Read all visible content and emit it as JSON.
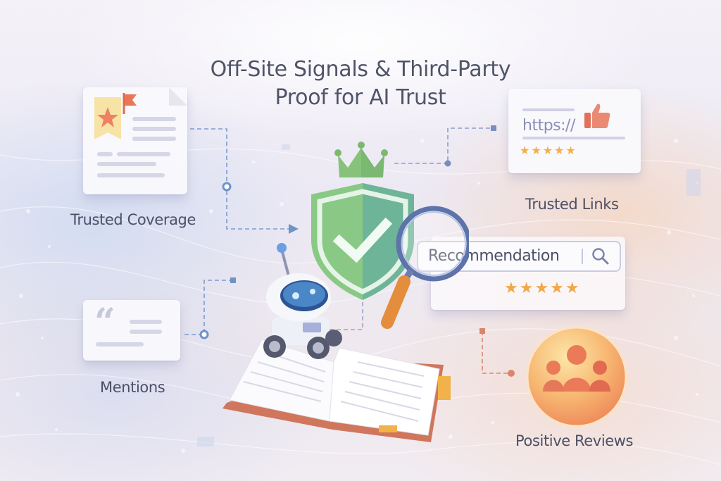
{
  "title": {
    "line1": "Off-Site Signals & Third-Party",
    "line2": "Proof for AI Trust"
  },
  "nodes": {
    "trusted_coverage": {
      "label": "Trusted Coverage",
      "icon": "document-with-star-ribbon-icon"
    },
    "trusted_links": {
      "label": "Trusted Links",
      "url_text": "https://",
      "icon": "thumbs-up-icon",
      "stars": "★★★★★"
    },
    "recommendation": {
      "search_text": "Recommendation",
      "icon": "search-icon",
      "stars": "★★★★★"
    },
    "mentions": {
      "label": "Mentions",
      "icon": "quote-icon"
    },
    "positive_reviews": {
      "label": "Positive Reviews",
      "icon": "group-people-icon"
    }
  },
  "center": {
    "shield": "shield-check-icon",
    "crown": "crown-icon",
    "magnifier": "magnifying-glass-icon",
    "robot": "robot-icon",
    "book": "open-book-icon"
  },
  "colors": {
    "title_text": "#4f5468",
    "label_text": "#4b5065",
    "shield_green_light": "#8fcf86",
    "shield_green_dark": "#6fb39a",
    "star_gold": "#f2b04a",
    "coral": "#e8785a",
    "connector_blue": "#6f93c6",
    "connector_coral": "#d9876c",
    "magnifier_rim": "#5d72a8",
    "magnifier_handle": "#e08a3a"
  }
}
